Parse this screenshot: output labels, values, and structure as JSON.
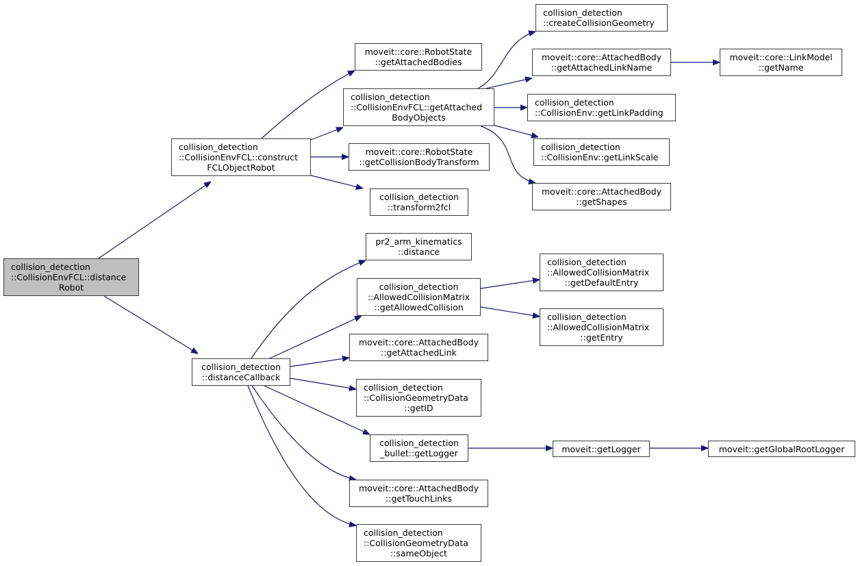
{
  "diagram": {
    "type": "call-graph",
    "colors": {
      "edge": "#191970",
      "node_border": "#3c3c3c",
      "root_fill": "#bfbfbf",
      "node_fill": "#ffffff"
    },
    "nodes": [
      {
        "id": "root",
        "lines": [
          "collision_detection",
          "::CollisionEnvFCL::distance",
          "Robot"
        ],
        "root": true
      },
      {
        "id": "constructFCL",
        "lines": [
          "collision_detection",
          "::CollisionEnvFCL::construct",
          "FCLObjectRobot"
        ]
      },
      {
        "id": "getAttachedBodies",
        "lines": [
          "moveit::core::RobotState",
          "::getAttachedBodies"
        ]
      },
      {
        "id": "getAttachedBodyObjects",
        "lines": [
          "collision_detection",
          "::CollisionEnvFCL::getAttached",
          "BodyObjects"
        ]
      },
      {
        "id": "getCollisionBodyTransform",
        "lines": [
          "moveit::core::RobotState",
          "::getCollisionBodyTransform"
        ]
      },
      {
        "id": "transform2fcl",
        "lines": [
          "collision_detection",
          "::transform2fcl"
        ]
      },
      {
        "id": "createCollisionGeometry",
        "lines": [
          "collision_detection",
          "::createCollisionGeometry"
        ]
      },
      {
        "id": "getAttachedLinkName",
        "lines": [
          "moveit::core::AttachedBody",
          "::getAttachedLinkName"
        ]
      },
      {
        "id": "getName",
        "lines": [
          "moveit::core::LinkModel",
          "::getName"
        ]
      },
      {
        "id": "getLinkPadding",
        "lines": [
          "collision_detection",
          "::CollisionEnv::getLinkPadding"
        ]
      },
      {
        "id": "getLinkScale",
        "lines": [
          "collision_detection",
          "::CollisionEnv::getLinkScale"
        ]
      },
      {
        "id": "getShapes",
        "lines": [
          "moveit::core::AttachedBody",
          "::getShapes"
        ]
      },
      {
        "id": "distanceCallback",
        "lines": [
          "collision_detection",
          "::distanceCallback"
        ]
      },
      {
        "id": "pr2distance",
        "lines": [
          "pr2_arm_kinematics",
          "::distance"
        ]
      },
      {
        "id": "getAllowedCollision",
        "lines": [
          "collision_detection",
          "::AllowedCollisionMatrix",
          "::getAllowedCollision"
        ]
      },
      {
        "id": "getDefaultEntry",
        "lines": [
          "collision_detection",
          "::AllowedCollisionMatrix",
          "::getDefaultEntry"
        ]
      },
      {
        "id": "getEntry",
        "lines": [
          "collision_detection",
          "::AllowedCollisionMatrix",
          "::getEntry"
        ]
      },
      {
        "id": "getAttachedLink",
        "lines": [
          "moveit::core::AttachedBody",
          "::getAttachedLink"
        ]
      },
      {
        "id": "getID",
        "lines": [
          "collision_detection",
          "::CollisionGeometryData",
          "::getID"
        ]
      },
      {
        "id": "bulletGetLogger",
        "lines": [
          "collision_detection",
          "_bullet::getLogger"
        ]
      },
      {
        "id": "moveitGetLogger",
        "lines": [
          "moveit::getLogger"
        ]
      },
      {
        "id": "getGlobalRootLogger",
        "lines": [
          "moveit::getGlobalRootLogger"
        ]
      },
      {
        "id": "getTouchLinks",
        "lines": [
          "moveit::core::AttachedBody",
          "::getTouchLinks"
        ]
      },
      {
        "id": "sameObject",
        "lines": [
          "collision_detection",
          "::CollisionGeometryData",
          "::sameObject"
        ]
      }
    ],
    "edges": [
      [
        "root",
        "constructFCL"
      ],
      [
        "root",
        "distanceCallback"
      ],
      [
        "constructFCL",
        "getAttachedBodies"
      ],
      [
        "constructFCL",
        "getAttachedBodyObjects"
      ],
      [
        "constructFCL",
        "getCollisionBodyTransform"
      ],
      [
        "constructFCL",
        "transform2fcl"
      ],
      [
        "getAttachedBodyObjects",
        "createCollisionGeometry"
      ],
      [
        "getAttachedBodyObjects",
        "getAttachedLinkName"
      ],
      [
        "getAttachedBodyObjects",
        "getLinkPadding"
      ],
      [
        "getAttachedBodyObjects",
        "getLinkScale"
      ],
      [
        "getAttachedBodyObjects",
        "getShapes"
      ],
      [
        "getAttachedLinkName",
        "getName"
      ],
      [
        "distanceCallback",
        "pr2distance"
      ],
      [
        "distanceCallback",
        "getAllowedCollision"
      ],
      [
        "distanceCallback",
        "getAttachedLink"
      ],
      [
        "distanceCallback",
        "getID"
      ],
      [
        "distanceCallback",
        "bulletGetLogger"
      ],
      [
        "distanceCallback",
        "getTouchLinks"
      ],
      [
        "distanceCallback",
        "sameObject"
      ],
      [
        "getAllowedCollision",
        "getDefaultEntry"
      ],
      [
        "getAllowedCollision",
        "getEntry"
      ],
      [
        "bulletGetLogger",
        "moveitGetLogger"
      ],
      [
        "moveitGetLogger",
        "getGlobalRootLogger"
      ]
    ]
  }
}
